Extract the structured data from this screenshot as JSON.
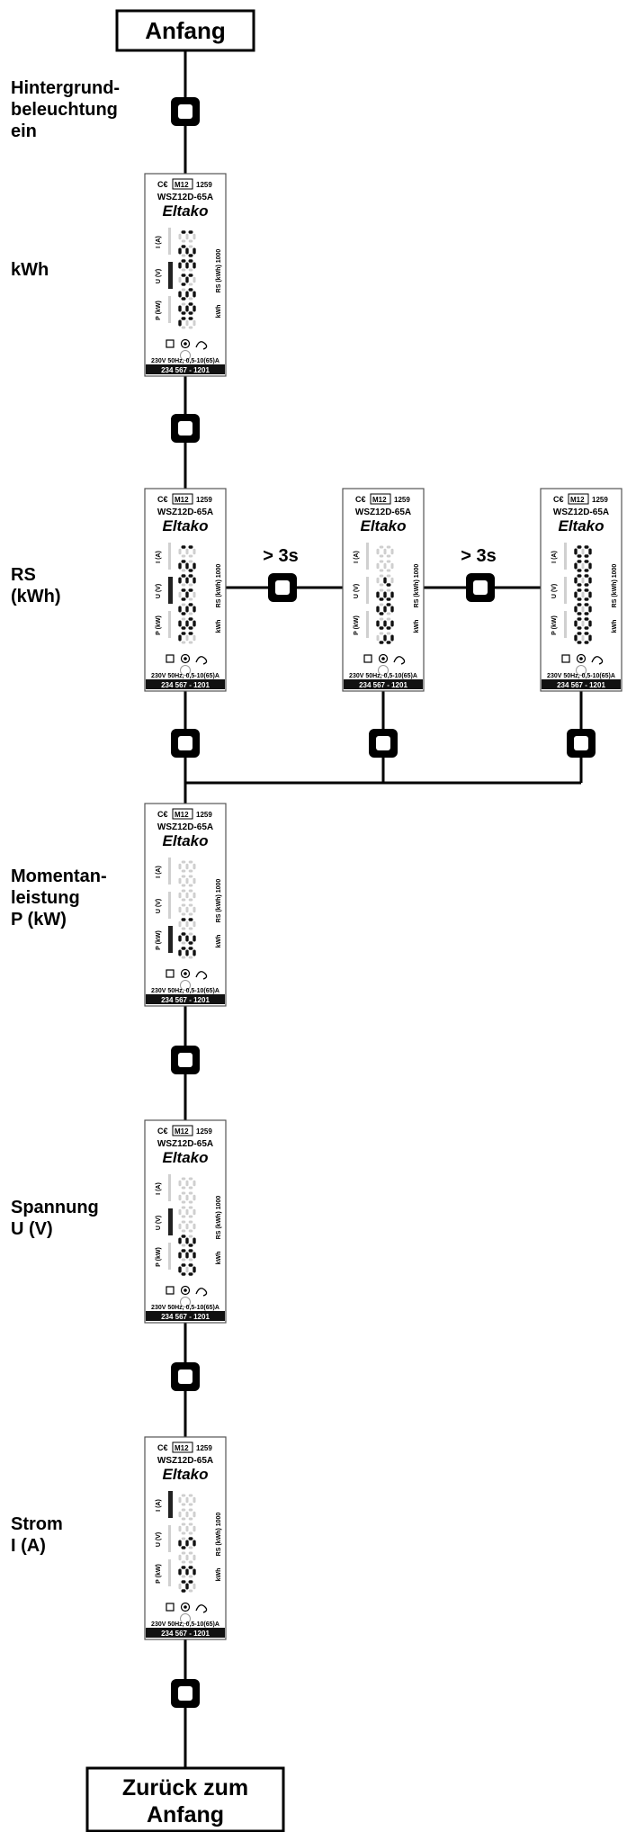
{
  "start_label": "Anfang",
  "end_label_line1": "Zurück zum",
  "end_label_line2": "Anfang",
  "steps": [
    {
      "label": "Hintergrund-\nbeleuchtung\nein"
    },
    {
      "label": "kWh"
    },
    {
      "label": "RS\n(kWh)"
    },
    {
      "label": "Momentan-\nleistung\nP (kW)"
    },
    {
      "label": "Spannung\nU (V)"
    },
    {
      "label": "Strom\nI (A)"
    }
  ],
  "hold_label": "> 3s",
  "meter": {
    "ce_mark": "C€",
    "m12": "M12",
    "number": "1259",
    "model": "WSZ12D-65A",
    "brand": "Eltako",
    "row_labels": [
      "I (A)",
      "U (V)",
      "P (kW)"
    ],
    "side_label": "RS (kWh) 1000",
    "side_unit": "kWh",
    "rating": "230V 50Hz, 0,5-10(65)A",
    "serial": "234 567 - 1201"
  },
  "displays": {
    "kwh": "1234567",
    "rs1": "1234567",
    "rs2": "rESEt",
    "rs3": "0000000",
    "power": "123",
    "voltage": "230",
    "current": "5.34"
  },
  "colors": {
    "line": "#000000",
    "meter_border": "#555555",
    "ghost": "#cccccc"
  }
}
